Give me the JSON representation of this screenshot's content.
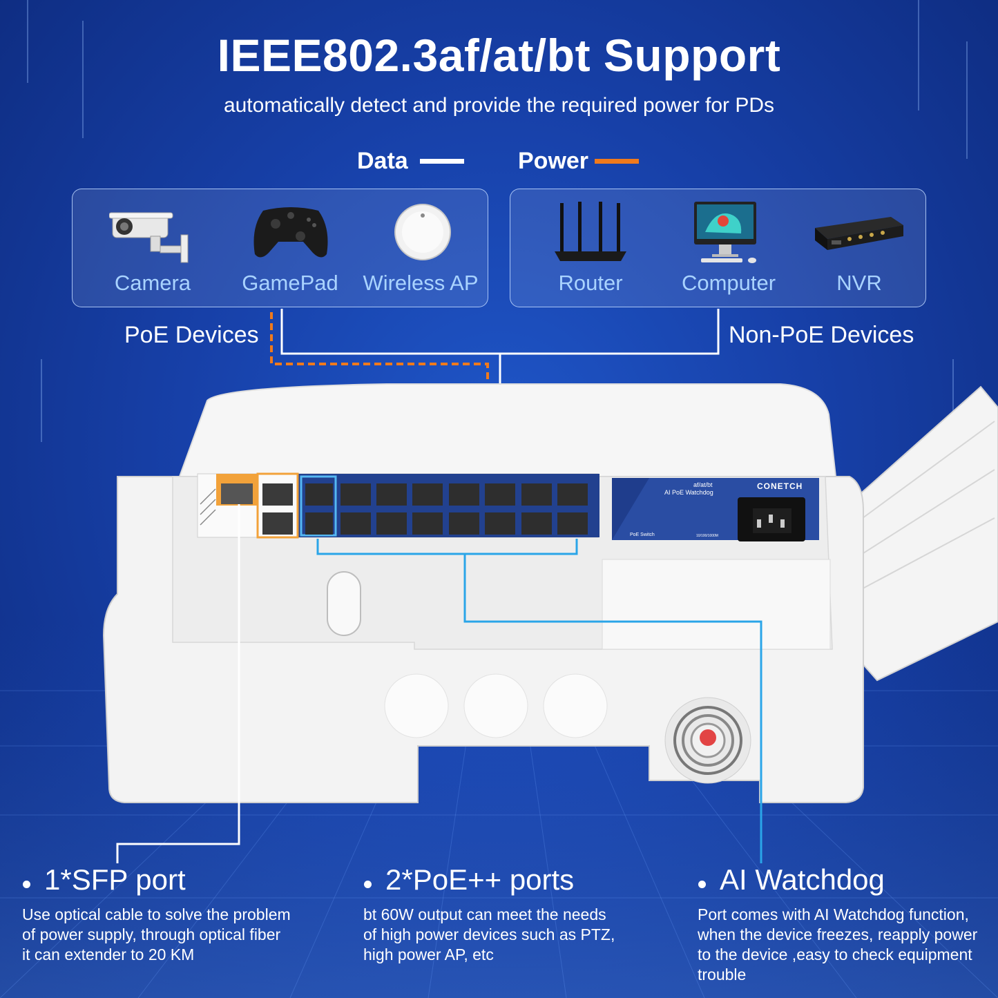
{
  "header": {
    "title": "IEEE802.3af/at/bt Support",
    "subtitle": "automatically detect and provide the required power for PDs"
  },
  "legend": {
    "data_label": "Data",
    "power_label": "Power",
    "data_color": "#ffffff",
    "power_color": "#f07a1c"
  },
  "poe_group": {
    "caption": "PoE Devices",
    "devices": [
      {
        "label": "Camera",
        "icon": "security-camera-icon"
      },
      {
        "label": "GamePad",
        "icon": "gamepad-icon"
      },
      {
        "label": "Wireless AP",
        "icon": "wireless-ap-icon"
      }
    ]
  },
  "non_poe_group": {
    "caption": "Non-PoE Devices",
    "devices": [
      {
        "label": "Router",
        "icon": "router-icon"
      },
      {
        "label": "Computer",
        "icon": "computer-icon"
      },
      {
        "label": "NVR",
        "icon": "nvr-icon"
      }
    ]
  },
  "switch_panel": {
    "brand": "CONETCH",
    "model_line1": "af/at/bt",
    "model_line2": "AI PoE Watchdog",
    "footer_left": "PoE Switch",
    "footer_right": "10/100/1000M"
  },
  "features": [
    {
      "title": "1*SFP port",
      "text": [
        "Use optical cable to solve the problem",
        "of power supply, through optical fiber",
        "it can extender to 20 KM"
      ]
    },
    {
      "title": "2*PoE++ ports",
      "text": [
        "bt 60W output can meet the needs",
        "of high power devices such as PTZ,",
        "high power AP, etc"
      ]
    },
    {
      "title": "AI Watchdog",
      "text": [
        "Port comes with AI Watchdog function,",
        "when the device freezes, reapply power",
        "to the device ,easy to check equipment",
        "trouble"
      ]
    }
  ],
  "colors": {
    "accent_blue": "#2aa5e8",
    "panel_navy": "#1f3d8c",
    "sfp_orange": "#f2a23a"
  }
}
